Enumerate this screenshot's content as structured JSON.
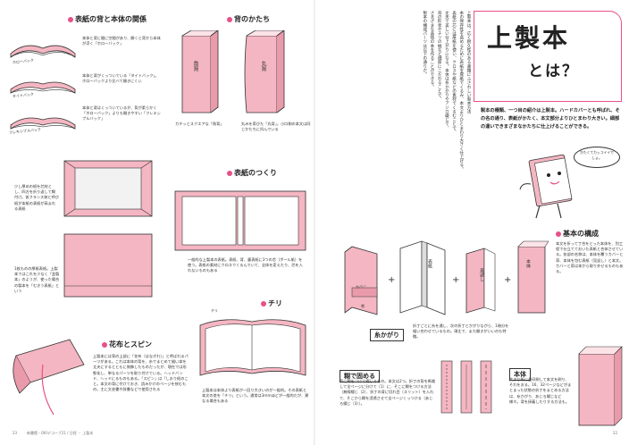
{
  "left": {
    "sections": {
      "spine_body": "表紙の背と本体の関係",
      "spine_shape": "背のかたち",
      "cover_structure": "表紙のつくり",
      "chiri": "チリ",
      "cloth_spin": "花布とスピン"
    },
    "spine_types": [
      {
        "label": "ホローバック",
        "desc": "本体と背に間に空間があり、開くと背から本体が浮く「ホローバック」"
      },
      {
        "label": "タイトバック",
        "desc": "本体と背がくっついている「タイトバック」。ホローバックより比べて開きにくい"
      },
      {
        "label": "フレキシブルバック",
        "desc": "本体と背はくっついているが、背が柔らかく「ホローバック」よりも開きやすい「フレキシブルバック」"
      }
    ],
    "spine_shapes": [
      {
        "glyph": "角背",
        "desc": "カチッとスクエアな「角背」"
      },
      {
        "glyph": "丸背",
        "desc": "丸みを帯びた「丸背」。小口側の本文は同じかたちに凹んでいる"
      }
    ],
    "cover_notes": {
      "left_note": "少し厚めの紙を芯材とし、四方を折り返して糊付け。仮フランス装と呼び紙が本紙の表紙が高まれる表紙",
      "right_note": "一般的な上製本の表紙。表紙、背、裏表紙に3つの芯（ボール紙）を使う。表紙の素材にクロスでくるんでいて、全体を変えたり、芯を入れないものもある",
      "bottom_note": "1枚ものの厚紙表紙。上製本ではこれを少なく「並製本」のようが、使った場合の製本を「むきう表紙」という"
    },
    "chiri_label": "チリ",
    "chiri_desc": "上製本は本体より表紙が一回り大きいのが一般的。その表紙と本文の差を「チリ」という。通常は3mmほどが一般的だが、異なる場合もある",
    "cloth_desc": "上製本には背の上部に「花布（はなぎれ）」と呼ばれるパーツがある。これは本体の背を、糸でまとめて縫い本を丈夫にするとともに装飾したものだったが、現在では形態化し、単なるパーツを取り付けている。ヘッドバンド、ヘッドにるものもある。「スピン」は「しおり紐のこと。本文の背に付けておき、読みかけのページを挟むもの。主に文芸書や辞書などで使用される",
    "footer": {
      "page_no": "23",
      "text": "新書館・OKIデコーブ21 / 日程 ・ 上製本"
    }
  },
  "right": {
    "title_line1": "上製本",
    "title_line2": "とは？",
    "intro": "製本の種類、一つ目の紹介は上製本。ハードカバーとも呼ばれ、その名の通り、表紙がかたく、本文部分よりひとまわり大きい。細部の違いできまざまなかたちに仕上げることができる。",
    "mascot_bubble": "かたくてカッコイイでしょ。",
    "main_columns": [
      "上製本は、広く耐久性のある書籍にふさわしい製本方法",
      "本の保存性を高めるために表紙を厚紙でくるみ、本文よりひとまわり大きく仕上げる。",
      "表紙の芯には厚紙を使い、クロスや紙などの素材でくるむことで、",
      "丈夫で美しい仕上がりになる。本体は糸かがりやアジロ綴じで、",
      "背の形状やチリの幅など細部にこだわることで、",
      "さまざまな表情の本を作ることができる。",
      "製本の構成パーツは以下の通りだ。"
    ],
    "basic": {
      "header": "基本の構成",
      "desc": "本文を折って丁合をとった本体を、別工程で仕立てておいた表紙と合体させている。各部の名称は、本体を覆うカバーと帯、本体を包む表紙（見返し）と本文。カバーと帯は本から取り外せるものもある。",
      "parts": [
        "カバー",
        "帯",
        "表紙",
        "見返し",
        "本体"
      ]
    },
    "binding_thread": {
      "header": "糸かがり",
      "desc": "折丁ごとに糸を通し、次の折丁とかがりながら、1冊分を縫い合わせているもの。頑丈で、また開きがいいのも特徴。"
    },
    "binding_glue": {
      "header": "糊で固める",
      "desc": "背に糊をつけて綴じるもの。本文は2つ。折丁の背を断裁して全ページに分けて（1）に、そこに糊をつける方法（無線綴じ（2）、折丁の背に切れ目（スリット）を入れて、そこから糊を浸透させて全ページくっつける（あじろ綴じ（3））。"
    },
    "body": {
      "header": "本体",
      "desc": "大きな紙に並印刷して本文を刷り、それをおる。16、32ページなどがまとまった状態の折丁をまとめる方法は、糸かがり、あじろ綴じなど様々。背を接着したりする方法も。"
    },
    "footer": {
      "page_no": "22"
    }
  },
  "colors": {
    "accent": "#e8508a",
    "pink_fill": "#f4b6c2",
    "dark": "#222222"
  }
}
